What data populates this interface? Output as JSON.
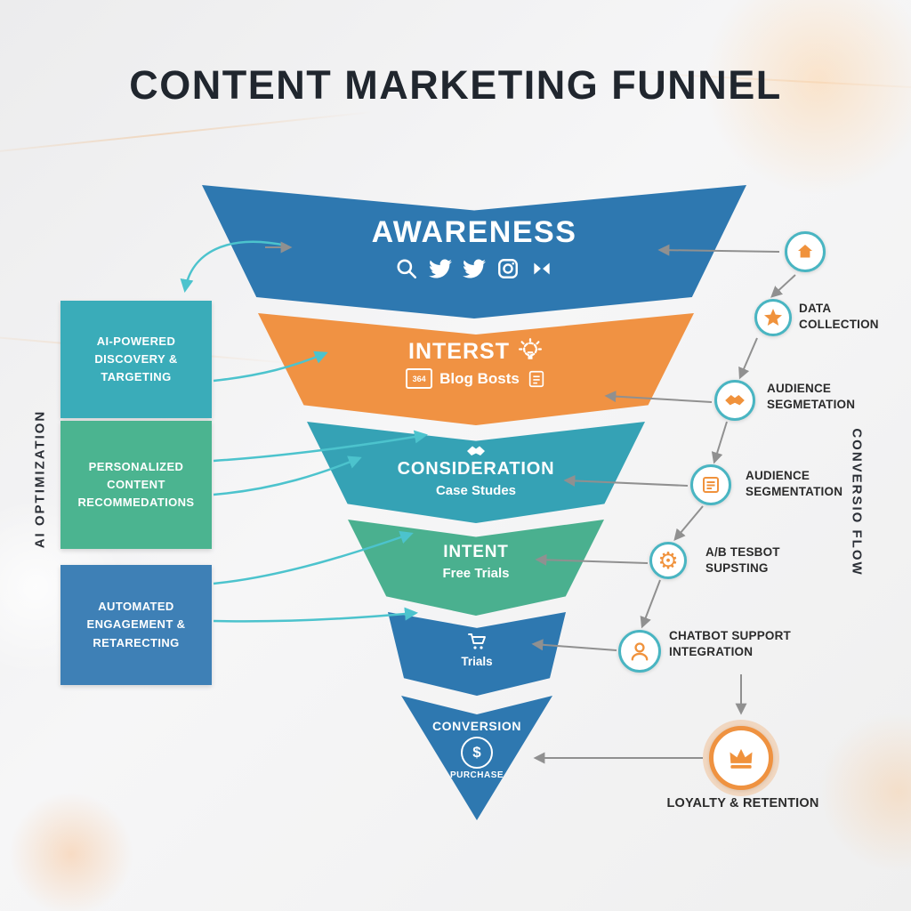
{
  "title": "CONTENT MARKETING FUNNEL",
  "left_panel": {
    "vertical_label": "AI OPTIMIZATION",
    "boxes": [
      {
        "label": "AI-POWERED DISCOVERY & TARGETING"
      },
      {
        "label": "PERSONALIZED CONTENT RECOMMEDATIONS"
      },
      {
        "label": "AUTOMATED ENGAGEMENT & RETARECTING"
      }
    ]
  },
  "funnel": {
    "stages": [
      {
        "name": "AWARENESS",
        "subtitle": ""
      },
      {
        "name": "INTERST",
        "subtitle": "Blog Bosts",
        "badge_text": "364"
      },
      {
        "name": "CONSIDERATION",
        "subtitle": "Case Studes"
      },
      {
        "name": "INTENT",
        "subtitle": "Free Trials"
      },
      {
        "name": "",
        "subtitle": "Trials"
      },
      {
        "name": "CONVERSION",
        "subtitle": "PURCHASE",
        "symbol": "$"
      }
    ]
  },
  "right_panel": {
    "vertical_label": "CONVERSIO FLOW",
    "items": [
      {
        "icon": "home-icon",
        "label": ""
      },
      {
        "icon": "star-icon",
        "label": "DATA COLLECTION"
      },
      {
        "icon": "handshake-icon",
        "label": "AUDIENCE SEGMETATION"
      },
      {
        "icon": "list-icon",
        "label": "AUDIENCE SEGMENTATION"
      },
      {
        "icon": "gear-icon",
        "label": "A/B TESBOT SUPSTING"
      },
      {
        "icon": "person-icon",
        "label": "CHATBOT SUPPORT INTEGRATION"
      },
      {
        "icon": "crown-icon",
        "label": "LOYALTY & RETENTION"
      }
    ]
  },
  "glyphs": {
    "gear": "⚙"
  },
  "colors": {
    "awareness": "#2e78b0",
    "interest": "#f09243",
    "consideration": "#35a2b5",
    "intent": "#4ab08f",
    "trials": "#2e78b0",
    "conversion": "#2e78b0",
    "box_teal": "#3aacb9",
    "box_green": "#4bb490",
    "box_blue": "#3e80b6",
    "icon_orange": "#f0923c",
    "ring_teal": "#49b5c2",
    "crown_orange": "#ef9240",
    "arrow_gray": "#909090",
    "arrow_teal": "#4cc3cd",
    "title_text": "#20262e"
  }
}
